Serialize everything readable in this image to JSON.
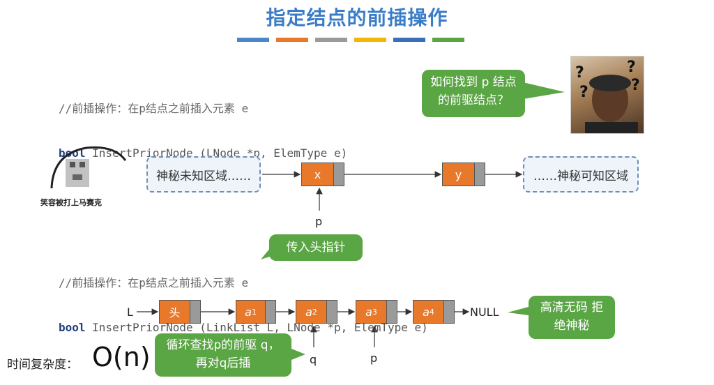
{
  "title": "指定结点的前插操作",
  "bar_colors": [
    "#4a86c8",
    "#e8792b",
    "#9a9a9a",
    "#f2b705",
    "#3a70b8",
    "#5aa544"
  ],
  "code1": {
    "comment": "//前插操作：在p结点之前插入元素 e",
    "kw": "bool",
    "sig": " InsertPriorNode (LNode *p, ElemType e)"
  },
  "bubble_top": "如何找到 p 结点的前驱结点？",
  "meme_label": "笑容被打上马赛克",
  "diagram1": {
    "left_box": "神秘未知区域……",
    "node_x": "x",
    "node_y": "y",
    "right_box": "……神秘可知区域",
    "p_label": "p"
  },
  "code2": {
    "comment": "//前插操作：在p结点之前插入元素 e",
    "kw": "bool",
    "sig": " InsertPriorNode (LinkList L, LNode *p, ElemType e)"
  },
  "bubble_head": "传入头指针",
  "diagram2": {
    "L_label": "L",
    "head": "头",
    "a1": "a",
    "a1_sub": "1",
    "a2": "a",
    "a2_sub": "2",
    "a3": "a",
    "a3_sub": "3",
    "a4": "a",
    "a4_sub": "4",
    "null": "NULL",
    "q_label": "q",
    "p_label": "p"
  },
  "bubble_hd": "高清无码 拒绝神秘",
  "bubble_loop": "循环查找p的前驱 q，再对q后插",
  "complexity": {
    "label": "时间复杂度：",
    "value": "O(n)"
  }
}
